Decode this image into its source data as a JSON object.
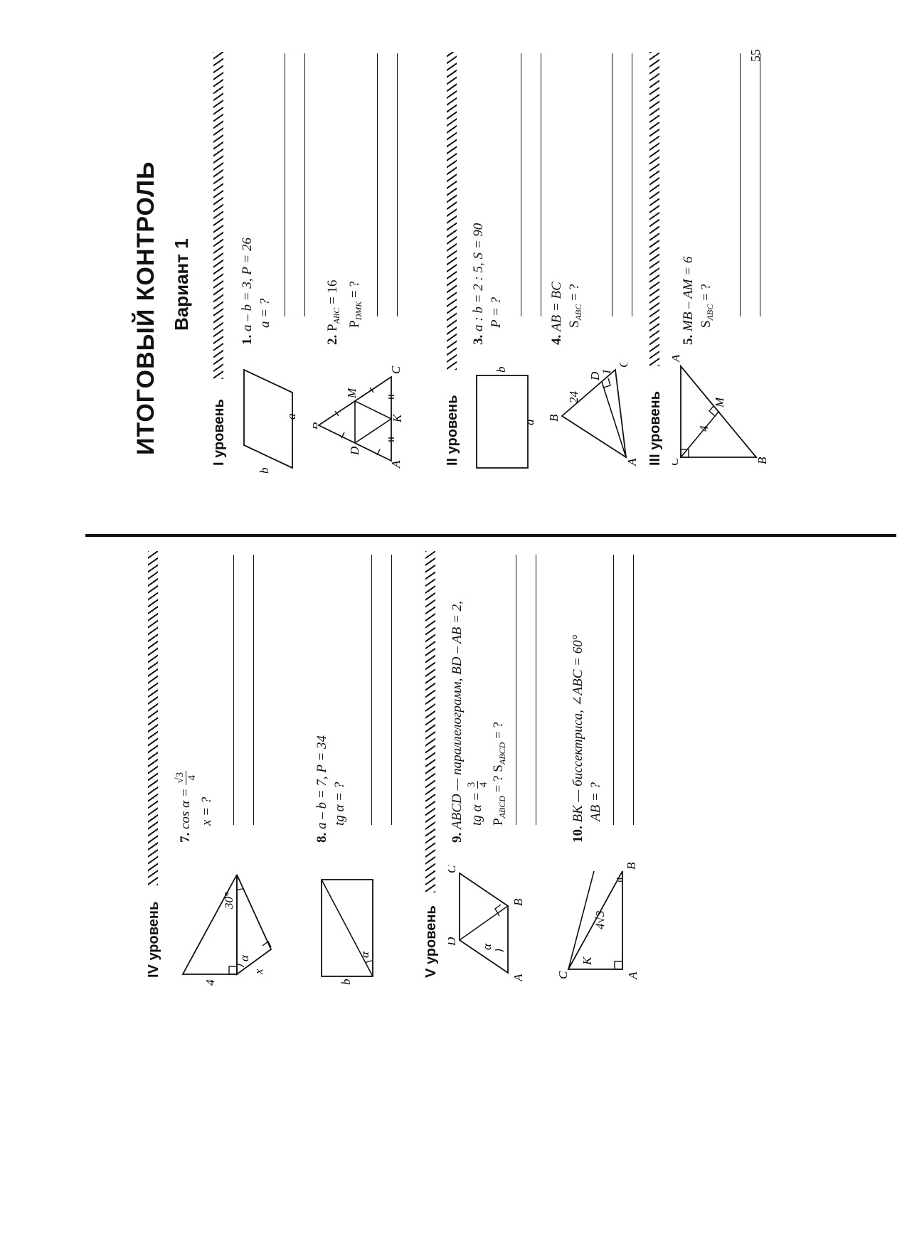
{
  "page": {
    "title": "ИТОГОВЫЙ КОНТРОЛЬ",
    "variant": "Вариант 1",
    "page_number": "55"
  },
  "levels": {
    "l1": "I уровень",
    "l2": "II уровень",
    "l3": "III уровень",
    "l4": "IV уровень",
    "l5": "V уровень"
  },
  "tasks": {
    "t1": {
      "num": "1.",
      "line1": "a – b = 3, P = 26",
      "line2": "a = ?"
    },
    "t2": {
      "num": "2.",
      "line1_main": "P",
      "line1_sub": "ABC",
      "line1_rest": " = 16",
      "line2_main": "P",
      "line2_sub": "DMK",
      "line2_rest": " = ?"
    },
    "t3": {
      "num": "3.",
      "line1": "a : b = 2 : 5, S = 90",
      "line2": "P = ?"
    },
    "t4": {
      "num": "4.",
      "line1": "AB = BC",
      "line2_main": "S",
      "line2_sub": "ABC",
      "line2_rest": " = ?"
    },
    "t5": {
      "num": "5.",
      "line1": "MB – AM = 6",
      "line2_main": "S",
      "line2_sub": "ABC",
      "line2_rest": " = ?"
    },
    "t7": {
      "num": "7.",
      "prefix": "cos α = ",
      "frac_num": "√3",
      "frac_den": "4",
      "line2": "x = ?"
    },
    "t8": {
      "num": "8.",
      "line1": "a – b = 7, P = 34",
      "line2": "tg α = ?"
    },
    "t9": {
      "num": "9.",
      "line1": "ABCD — параллелограмм, BD – AB = 2,",
      "tg_prefix": "tg α = ",
      "frac_num": "3",
      "frac_den": "4",
      "line3_a": "P",
      "line3_a_sub": "ABCD",
      "line3_b": " = ? S",
      "line3_b_sub": "ABCD",
      "line3_c": " = ?"
    },
    "t10": {
      "num": "10.",
      "line1": "BK — биссектриса, ∠ABC = 60°",
      "line2": "AB = ?"
    }
  },
  "figures": {
    "f1": {
      "a": "a",
      "b": "b"
    },
    "f2": {
      "A": "A",
      "B": "B",
      "C": "C",
      "D": "D",
      "M": "M",
      "K": "K"
    },
    "f3": {
      "a": "a",
      "b": "b"
    },
    "f4": {
      "A": "A",
      "B": "B",
      "C": "C",
      "D": "D",
      "len24": "24",
      "len1": "1"
    },
    "f5": {
      "A": "A",
      "B": "B",
      "C": "C",
      "M": "M",
      "len4": "4"
    },
    "f7": {
      "len4": "4",
      "angle30": "30°",
      "alpha": "α",
      "x": "x"
    },
    "f8": {
      "alpha": "α",
      "b": "b"
    },
    "f9": {
      "A": "A",
      "B": "B",
      "C": "C",
      "D": "D",
      "alpha": "α"
    },
    "f10": {
      "A": "A",
      "B": "B",
      "C": "C",
      "K": "K",
      "len": "4√3"
    }
  },
  "colors": {
    "ink": "#111111",
    "paper": "#ffffff"
  }
}
